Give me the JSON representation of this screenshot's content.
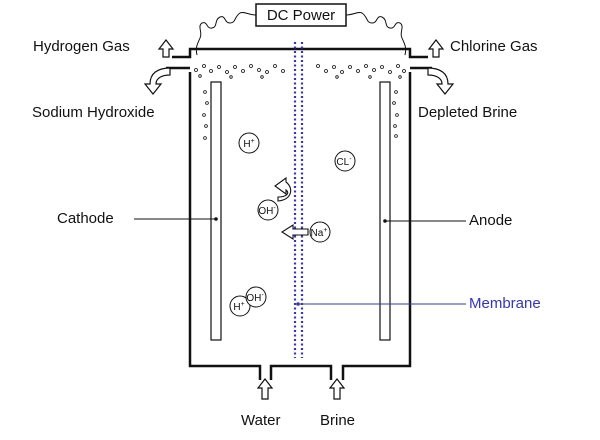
{
  "labels": {
    "power": "DC Power",
    "hydrogen": "Hydrogen Gas",
    "chlorine": "Chlorine Gas",
    "sodium_hydroxide": "Sodium Hydroxide",
    "depleted_brine": "Depleted Brine",
    "cathode": "Cathode",
    "anode": "Anode",
    "membrane": "Membrane",
    "water": "Water",
    "brine": "Brine"
  },
  "ions": {
    "h_plus_top": "H",
    "h_plus_top_sup": "+",
    "cl_minus": "CL",
    "cl_minus_sup": "-",
    "oh_minus_mid": "OH",
    "oh_minus_mid_sup": "-",
    "na_plus": "Na",
    "na_plus_sup": "+",
    "h_plus_bottom": "H",
    "h_plus_bottom_sup": "+",
    "oh_minus_bottom": "OH",
    "oh_minus_bottom_sup": "-"
  },
  "colors": {
    "ink": "#111111",
    "membrane": "#3333cc",
    "background": "#ffffff"
  }
}
